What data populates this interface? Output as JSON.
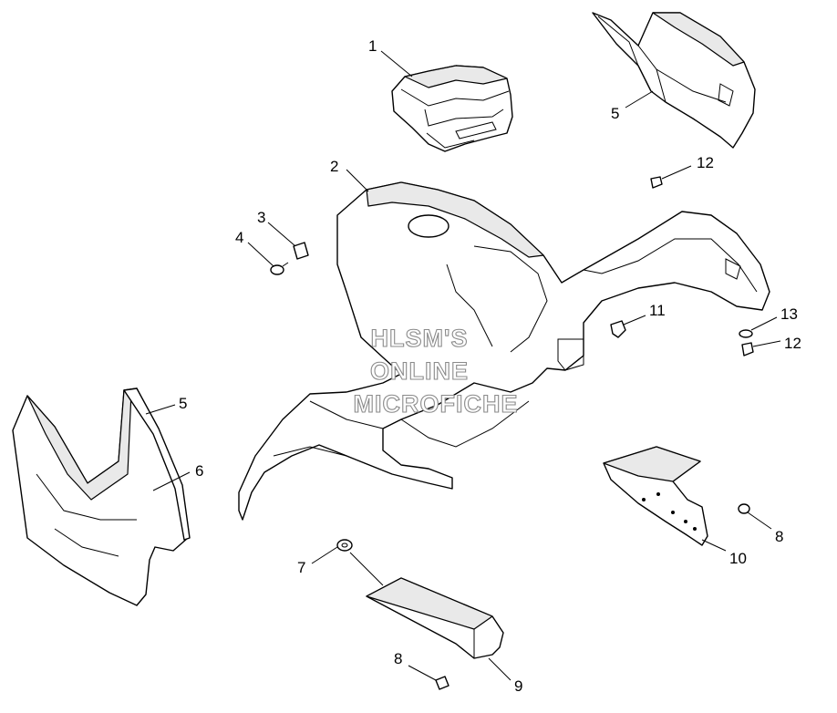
{
  "watermark": {
    "line1": "HLSM'S",
    "line2": "ONLINE",
    "line3": "MICROFICHE",
    "color": "#8a8a8a"
  },
  "callouts": [
    {
      "id": "c1a",
      "label": "1"
    },
    {
      "id": "c2a",
      "label": "2"
    },
    {
      "id": "c3a",
      "label": "3"
    },
    {
      "id": "c4a",
      "label": "4"
    },
    {
      "id": "c5a",
      "label": "5"
    },
    {
      "id": "c5b",
      "label": "5"
    },
    {
      "id": "c6a",
      "label": "6"
    },
    {
      "id": "c7a",
      "label": "7"
    },
    {
      "id": "c8a",
      "label": "8"
    },
    {
      "id": "c8b",
      "label": "8"
    },
    {
      "id": "c9a",
      "label": "9"
    },
    {
      "id": "c10a",
      "label": "10"
    },
    {
      "id": "c11a",
      "label": "11"
    },
    {
      "id": "c12a",
      "label": "12"
    },
    {
      "id": "c12b",
      "label": "12"
    },
    {
      "id": "c13a",
      "label": "13"
    }
  ]
}
